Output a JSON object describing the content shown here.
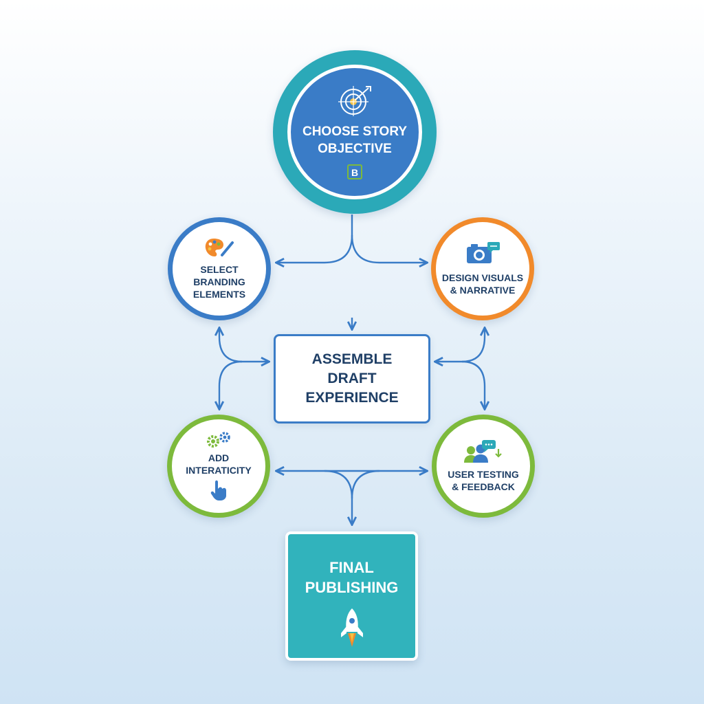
{
  "colors": {
    "accent_blue": "#3a7cc7",
    "accent_teal": "#2ba9b8",
    "accent_orange": "#f18a2b",
    "accent_green": "#7dba3c",
    "text_dark": "#1f3f66",
    "final_fill": "#31b3bc"
  },
  "nodes": {
    "objective": {
      "line1": "CHOOSE STORY",
      "line2": "OBJECTIVE",
      "icon": "target-icon",
      "badge": "B"
    },
    "branding": {
      "line1": "SELECT",
      "line2": "BRANDING",
      "line3": "ELEMENTS",
      "icon": "palette-icon"
    },
    "visuals": {
      "line1": "DESIGN VISUALS",
      "line2": "& NARRATIVE",
      "icon": "camera-icon"
    },
    "assemble": {
      "line1": "ASSEMBLE",
      "line2": "DRAFT",
      "line3": "EXPERIENCE"
    },
    "interact": {
      "line1": "ADD",
      "line2": "INTERATICITY",
      "icon": "gears-icon",
      "icon2": "hand-pointer-icon"
    },
    "testing": {
      "line1": "USER TESTING",
      "line2": "& FEEDBACK",
      "icon": "users-feedback-icon"
    },
    "final": {
      "line1": "FINAL",
      "line2": "PUBLISHING",
      "icon": "rocket-icon"
    }
  }
}
